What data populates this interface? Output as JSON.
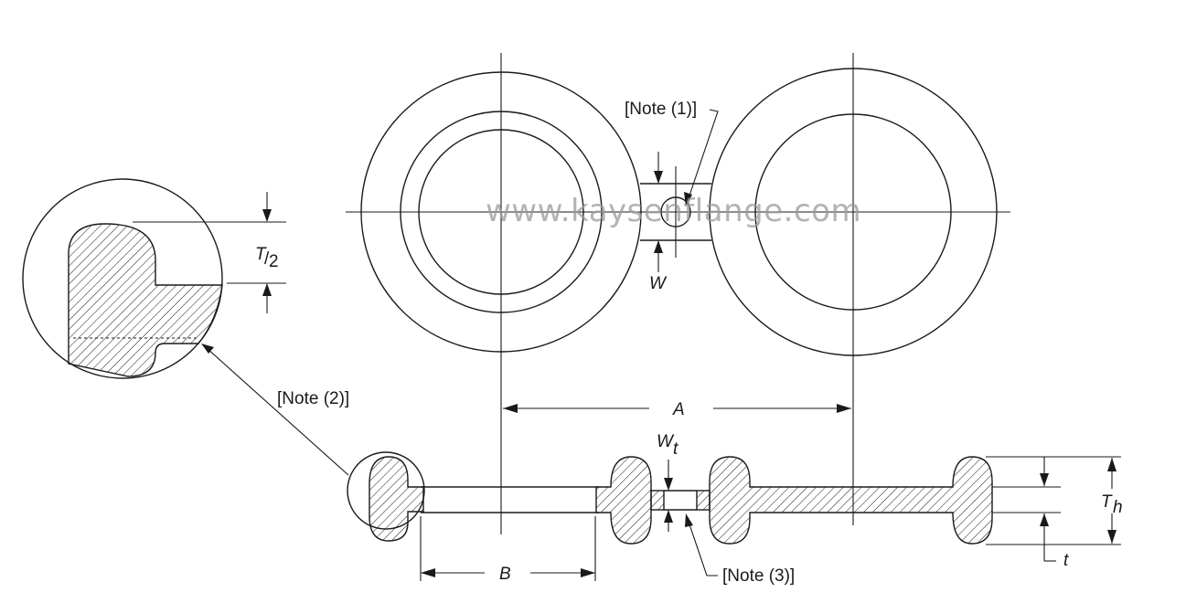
{
  "labels": {
    "note1": "[Note (1)]",
    "note2": "[Note (2)]",
    "note3": "[Note (3)]",
    "A": "A",
    "B": "B",
    "W": "W",
    "Wt_base": "W",
    "Wt_sub": "t",
    "Th_base": "T",
    "Th_sub": "h",
    "t": "t",
    "half_T_num": "T",
    "half_T_den": "2"
  },
  "watermark": "www.kaysenflange.com"
}
